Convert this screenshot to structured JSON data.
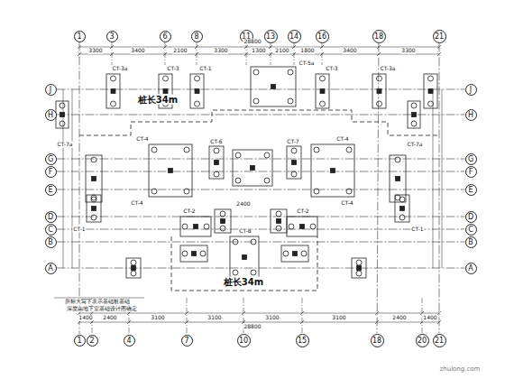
{
  "diagram": {
    "nodes": [
      {
        "text": [
          "1"
        ]
      },
      {
        "text": [
          "3"
        ]
      },
      {
        "text": [
          "6"
        ]
      },
      {
        "text": [
          "8"
        ]
      },
      {
        "text": [
          "11"
        ]
      },
      {
        "text": [
          "13"
        ]
      },
      {
        "text": [
          "14"
        ]
      },
      {
        "text": [
          "16"
        ]
      },
      {
        "text": [
          "18"
        ]
      },
      {
        "text": [
          "21"
        ]
      },
      {
        "text": [
          "J"
        ]
      },
      {
        "text": [
          "J"
        ]
      },
      {
        "text": [
          "H"
        ]
      },
      {
        "text": [
          "H"
        ]
      },
      {
        "text": [
          "G"
        ]
      },
      {
        "text": [
          "G"
        ]
      },
      {
        "text": [
          "F"
        ]
      },
      {
        "text": [
          "F"
        ]
      },
      {
        "text": [
          "E"
        ]
      },
      {
        "text": [
          "E"
        ]
      },
      {
        "text": [
          "D"
        ]
      },
      {
        "text": [
          "D"
        ]
      },
      {
        "text": [
          "C"
        ]
      },
      {
        "text": [
          "C"
        ]
      },
      {
        "text": [
          "B"
        ]
      },
      {
        "text": [
          "B"
        ]
      },
      {
        "text": [
          "A"
        ]
      },
      {
        "text": [
          "A"
        ]
      },
      {
        "text": [
          "1"
        ]
      },
      {
        "text": [
          "2"
        ]
      },
      {
        "text": [
          "4"
        ]
      },
      {
        "text": [
          "7"
        ]
      },
      {
        "text": [
          "10"
        ]
      },
      {
        "text": [
          "15"
        ]
      },
      {
        "text": [
          "18"
        ]
      },
      {
        "text": [
          "20"
        ]
      },
      {
        "text": [
          "21"
        ]
      }
    ],
    "edges": [
      {
        "from": 0,
        "to": 28,
        "arrow": "none"
      },
      {
        "from": 8,
        "to": 34,
        "arrow": "none"
      },
      {
        "from": 9,
        "to": 36,
        "arrow": "none"
      },
      {
        "from": 10,
        "to": 11,
        "arrow": "none"
      },
      {
        "from": 12,
        "to": 13,
        "arrow": "none"
      },
      {
        "from": 14,
        "to": 15,
        "arrow": "none"
      },
      {
        "from": 16,
        "to": 17,
        "arrow": "none"
      },
      {
        "from": 18,
        "to": 19,
        "arrow": "none"
      },
      {
        "from": 20,
        "to": 21,
        "arrow": "none"
      },
      {
        "from": 22,
        "to": 23,
        "arrow": "none"
      },
      {
        "from": 24,
        "to": 25,
        "arrow": "none"
      },
      {
        "from": 26,
        "to": 27,
        "arrow": "none"
      }
    ],
    "labels": [
      "桩长34m",
      "桩长34m",
      "28800",
      "3300",
      "3400",
      "2100",
      "3300",
      "1300",
      "2100",
      "1800",
      "3400",
      "3300",
      "1400",
      "2400",
      "3100",
      "3100",
      "3100",
      "3100",
      "2400",
      "1400",
      "28800",
      "CT-3a",
      "CT-3",
      "CT-1",
      "CT-5a",
      "CT-3",
      "CT-3a",
      "CT-7a",
      "CT-4",
      "CT-6",
      "CT-7",
      "CT-4",
      "CT-7a",
      "CT-4",
      "CT-4",
      "CT-1",
      "CT-1",
      "CT-2",
      "CT-2",
      "CT-8",
      "2400",
      "所标大写下表示基础桩基础",
      "深度由地下室基础设计图确定",
      "zhulong.com"
    ]
  }
}
